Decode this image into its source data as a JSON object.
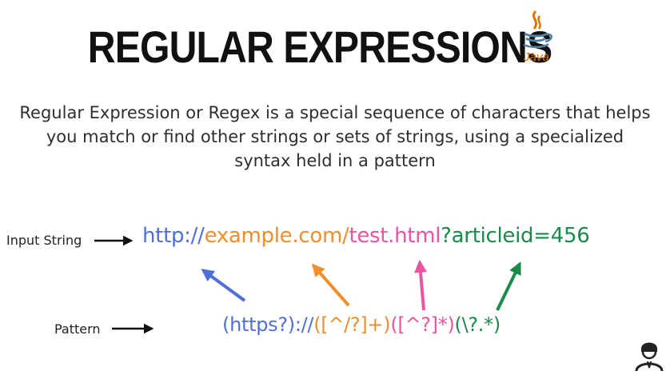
{
  "title": "REGULAR EXPRESSIONS",
  "logo": {
    "text": "Java"
  },
  "description": [
    "Regular Expression or Regex is a special sequence of characters that helps",
    "you match or find other strings or sets of strings, using a specialized",
    "syntax held in a pattern"
  ],
  "labels": {
    "input": "Input String",
    "pattern": "Pattern"
  },
  "url_parts": [
    {
      "text": "http://",
      "color": "#4f6fd6"
    },
    {
      "text": "example.com/",
      "color": "#ef8e2a"
    },
    {
      "text": "test.html",
      "color": "#e9559e"
    },
    {
      "text": "?articleid=456",
      "color": "#1b8a4b"
    }
  ],
  "pattern_parts": [
    {
      "text": "(https?)://",
      "color": "#4f6fd6"
    },
    {
      "text": "([^/?]+)",
      "color": "#ef8e2a"
    },
    {
      "text": "([^?]*)",
      "color": "#e9559e"
    },
    {
      "text": "(\\?.*)",
      "color": "#1b8a4b"
    }
  ],
  "colors": {
    "protocol": "#4f6fd6",
    "host": "#ef8e2a",
    "path": "#e9559e",
    "query": "#1b8a4b",
    "text": "#2e2e2e"
  },
  "icons": {
    "logo": "java-logo-icon",
    "label_arrow": "right-arrow-icon",
    "avatar": "presenter-avatar-icon"
  }
}
